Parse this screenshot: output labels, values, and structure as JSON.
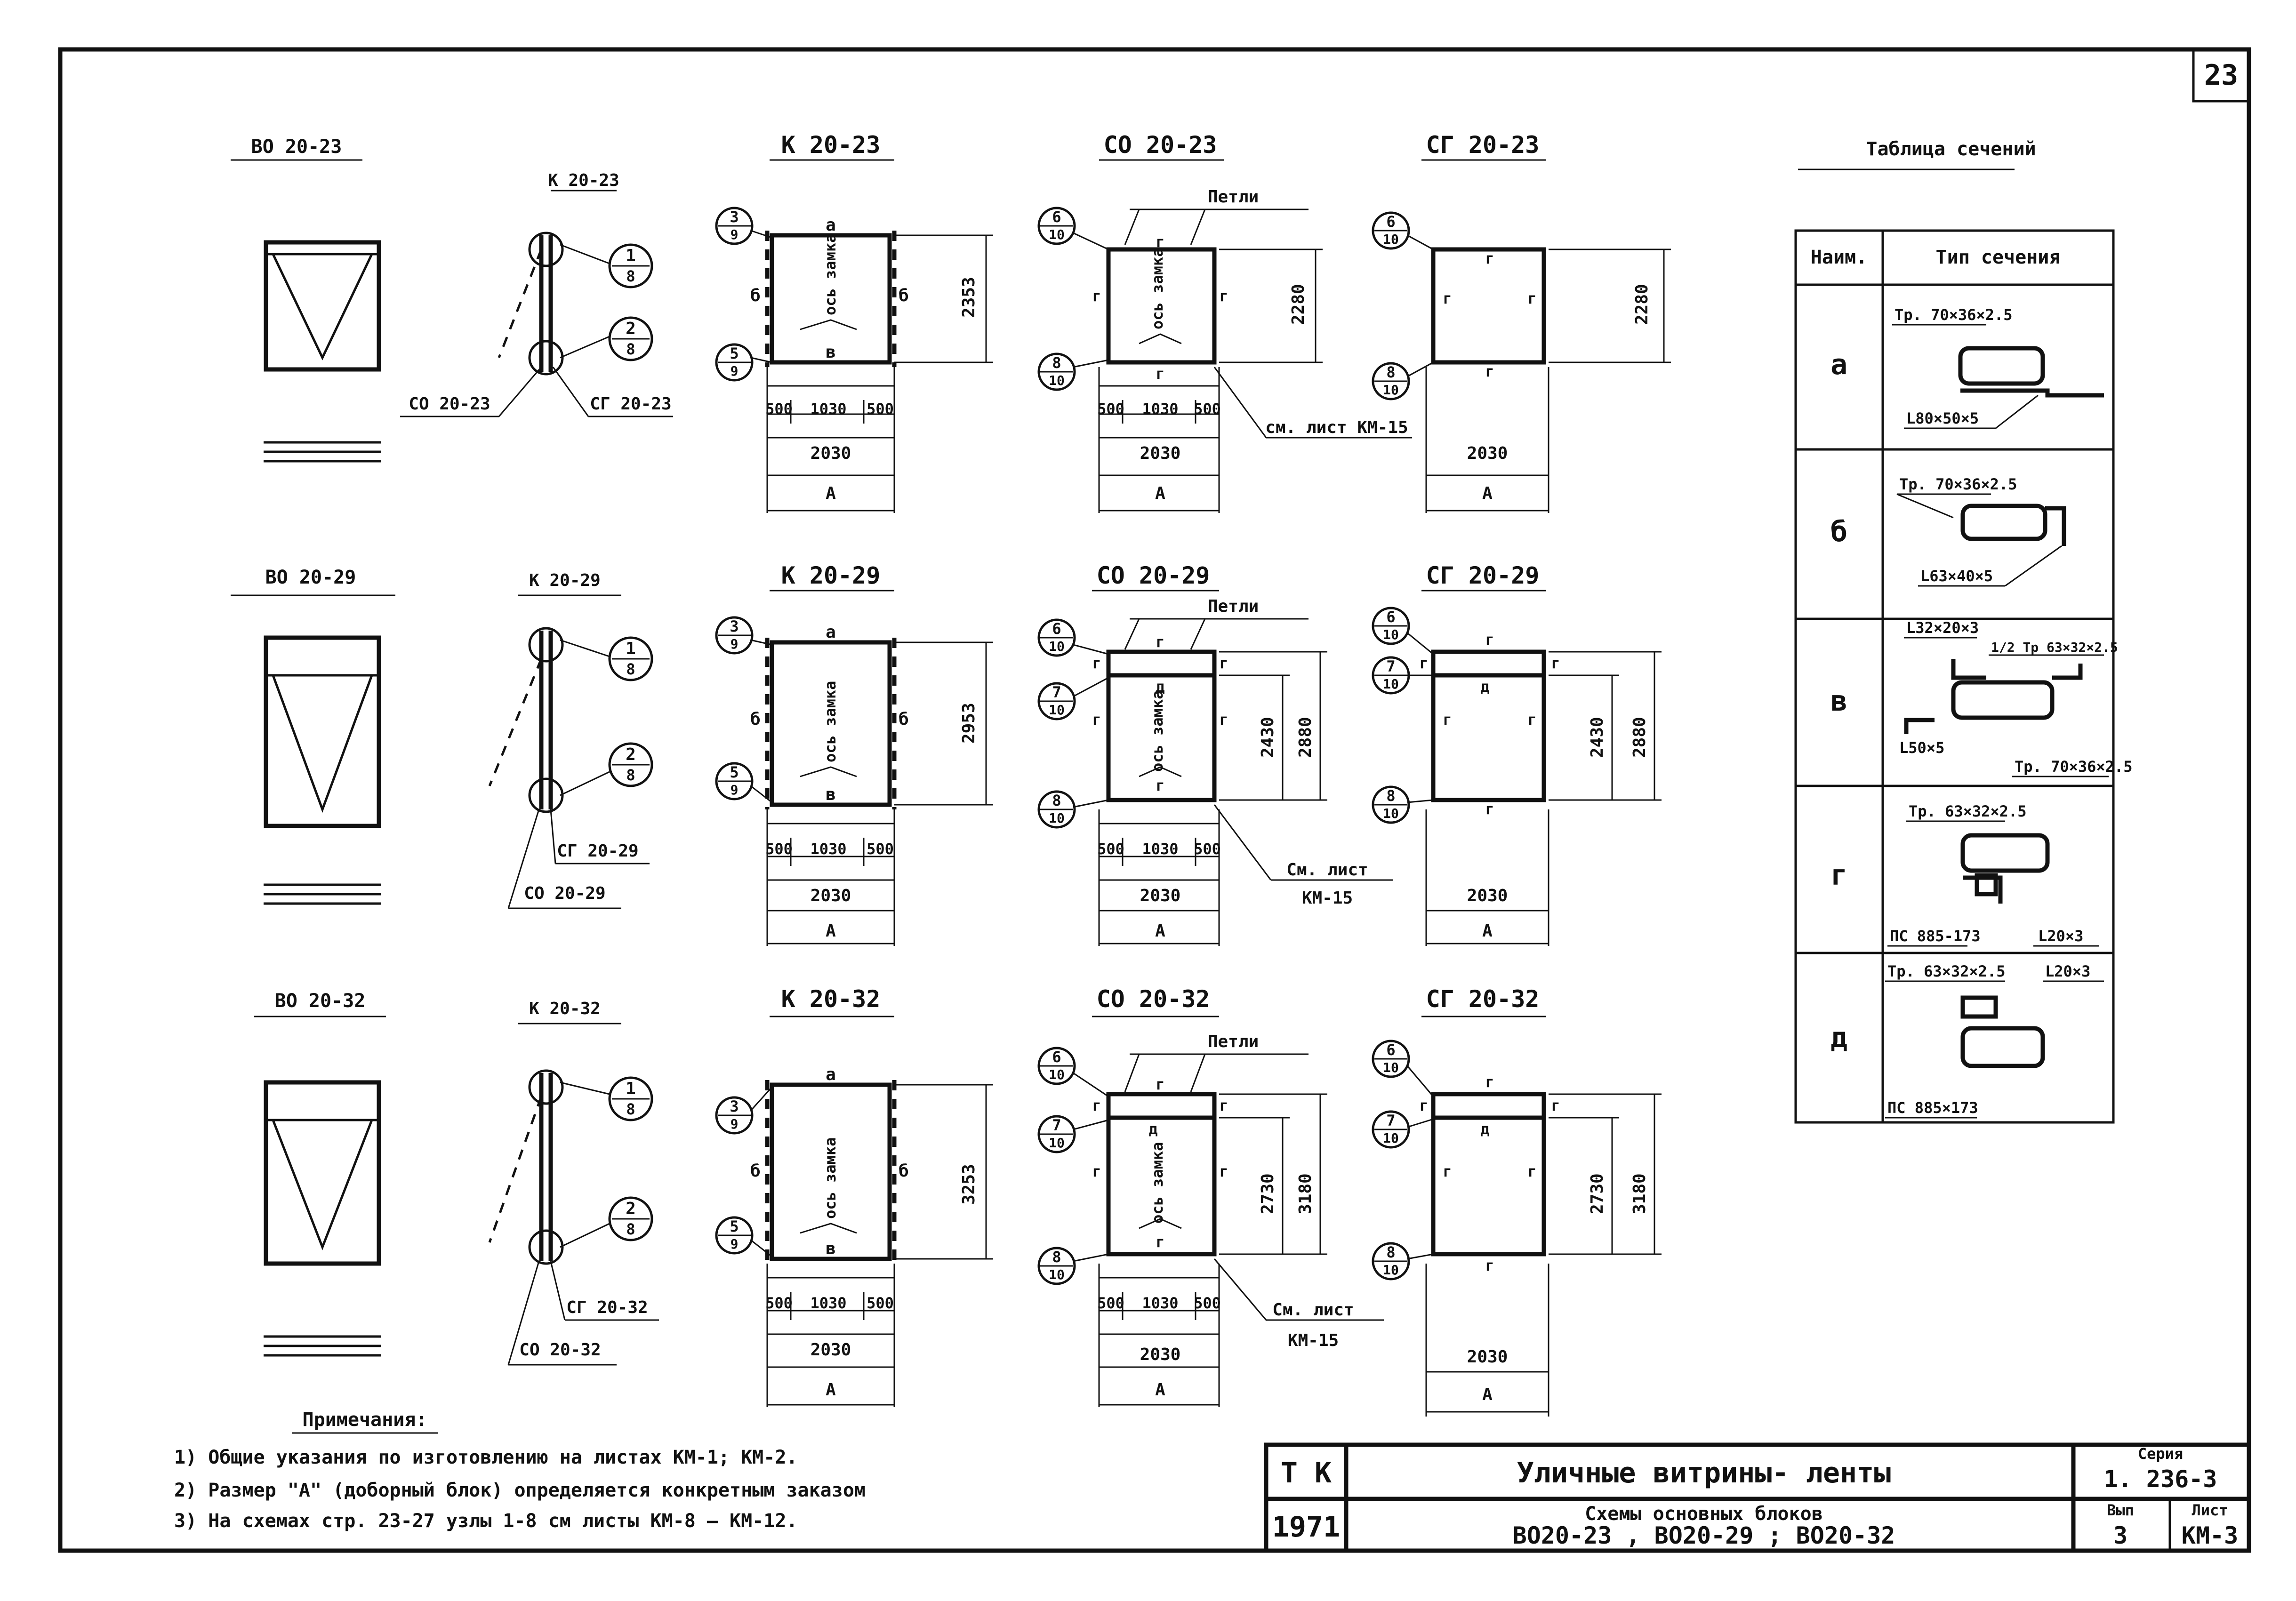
{
  "sheet": {
    "page_number": "23",
    "title_block": {
      "tk": "Т К",
      "year": "1971",
      "title": "Уличные витрины- ленты",
      "subtitle": "Схемы основных блоков",
      "blocks": "ВО20-23 , ВО20-29 ; ВО20-32",
      "series_label": "Серия",
      "series": "1. 236-3",
      "issue_label": "Вып",
      "issue": "3",
      "sheet_label": "Лист",
      "sheet_code": "КМ-3"
    }
  },
  "rows": [
    {
      "vo_title": "ВО 20-23",
      "k_label": "К 20-23",
      "co_leader": "СО 20-23",
      "cg_leader": "СГ 20-23",
      "k_title": "К 20-23",
      "co_title": "СО 20-23",
      "cg_title": "СГ 20-23",
      "k_height": "2353",
      "co_height": "2280",
      "co_inner": "",
      "cg_height": "2280",
      "cg_inner": "",
      "see_sheet": "см. лист КМ-15",
      "see_sheet_2": ""
    },
    {
      "vo_title": "ВО 20-29",
      "k_label": "К 20-29",
      "co_leader": "СО 20-29",
      "cg_leader": "СГ 20-29",
      "k_title": "К 20-29",
      "co_title": "СО 20-29",
      "cg_title": "СГ 20-29",
      "k_height": "2953",
      "co_height": "2880",
      "co_inner": "2430",
      "cg_height": "2880",
      "cg_inner": "2430",
      "see_sheet": "См. лист",
      "see_sheet_2": "КМ-15"
    },
    {
      "vo_title": "ВО 20-32",
      "k_label": "К 20-32",
      "co_leader": "СО 20-32",
      "cg_leader": "СГ 20-32",
      "k_title": "К 20-32",
      "co_title": "СО 20-32",
      "cg_title": "СГ 20-32",
      "k_height": "3253",
      "co_height": "3180",
      "co_inner": "2730",
      "cg_height": "3180",
      "cg_inner": "2730",
      "see_sheet": "См. лист",
      "see_sheet_2": "КМ-15"
    }
  ],
  "common": {
    "loop": "Петли",
    "lock_axis": "ось замка",
    "dim_side": "500",
    "dim_mid": "1030",
    "dim_total": "2030",
    "dim_a": "А",
    "node_a": "а",
    "node_b": "б",
    "node_v": "в",
    "node_g": "г",
    "node_d": "д",
    "call_3": "3",
    "call_5": "5",
    "call_6": "6",
    "call_7": "7",
    "call_8": "8",
    "call_1": "1",
    "call_2": "2",
    "call_9": "9",
    "call_10": "10"
  },
  "sections_table": {
    "title": "Таблица сечений",
    "col_name": "Наим.",
    "col_type": "Тип сечения",
    "rows": [
      {
        "name": "а",
        "labels": [
          "Тр. 70×36×2.5",
          "L80×50×5"
        ]
      },
      {
        "name": "б",
        "labels": [
          "Тр. 70×36×2.5",
          "L63×40×5"
        ]
      },
      {
        "name": "в",
        "labels": [
          "L32×20×3",
          "1/2 Тр 63×32×2.5",
          "L50×5",
          "Тр. 70×36×2.5"
        ]
      },
      {
        "name": "г",
        "labels": [
          "Тр. 63×32×2.5",
          "ПС 885-173",
          "L20×3"
        ]
      },
      {
        "name": "д",
        "labels": [
          "Тр. 63×32×2.5",
          "L20×3",
          "ПС 885×173"
        ]
      }
    ]
  },
  "notes": {
    "title": "Примечания:",
    "items": [
      "1) Общие указания по изготовлению на листах КМ-1; КМ-2.",
      "2) Размер \"А\" (доборный блок) определяется конкретным заказом",
      "3) На схемах стр. 23-27 узлы 1-8 см листы КМ-8 – КМ-12."
    ]
  }
}
